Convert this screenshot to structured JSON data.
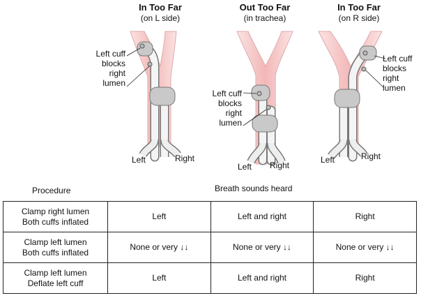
{
  "panels": [
    {
      "title": "In Too Far",
      "subtitle": "(on L side)",
      "cuff_note": [
        "Left cuff",
        "blocks",
        "right",
        "lumen"
      ],
      "left_label": "Left",
      "right_label": "Right"
    },
    {
      "title": "Out Too Far",
      "subtitle": "(in trachea)",
      "cuff_note": [
        "Left cuff",
        "blocks",
        "right",
        "lumen"
      ],
      "left_label": "Left",
      "right_label": "Right"
    },
    {
      "title": "In Too Far",
      "subtitle": "(on R side)",
      "cuff_note": [
        "Left cuff",
        "blocks",
        "right",
        "lumen"
      ],
      "left_label": "Left",
      "right_label": "Right"
    }
  ],
  "table": {
    "procedure_header": "Procedure",
    "sounds_header": "Breath sounds heard",
    "rows": [
      {
        "procedure": [
          "Clamp right lumen",
          "Both cuffs inflated"
        ],
        "cells": [
          "Left",
          "Left and right",
          "Right"
        ]
      },
      {
        "procedure": [
          "Clamp left lumen",
          "Both cuffs inflated"
        ],
        "cells": [
          "None or very ↓↓",
          "None or very ↓↓",
          "None or very ↓↓"
        ]
      },
      {
        "procedure": [
          "Clamp left lumen",
          "Deflate left cuff"
        ],
        "cells": [
          "Left",
          "Left and right",
          "Right"
        ]
      }
    ]
  },
  "colors": {
    "airway": "#f4c2c2",
    "airway_edge": "#d99a9a",
    "cuff": "#c9c9c9",
    "tube": "#e9e9e9"
  }
}
